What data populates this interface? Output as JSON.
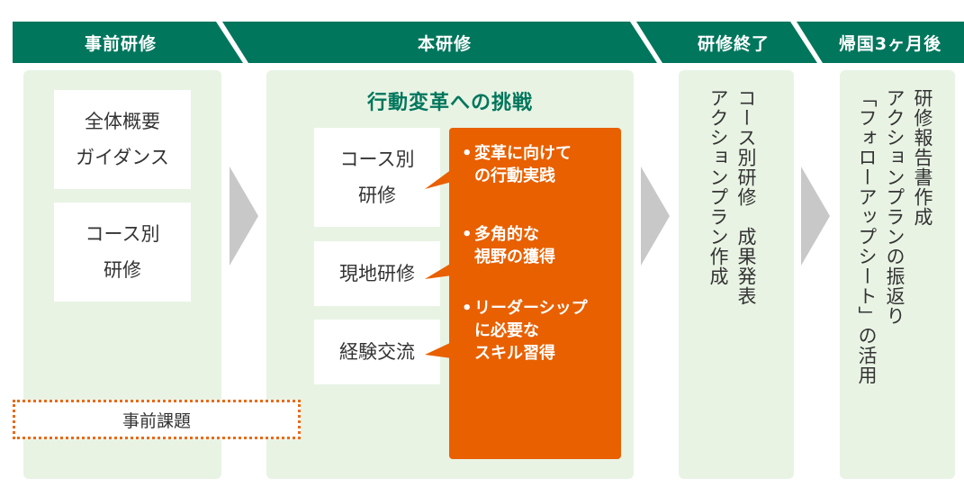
{
  "headers": {
    "pre_training": "事前研修",
    "main_training": "本研修",
    "training_end": "研修終了",
    "after_return": "帰国3ヶ月後"
  },
  "pre": {
    "box1": "全体概要\nガイダンス",
    "box2": "コース別\n研修",
    "assignment": "事前課題"
  },
  "main": {
    "title": "行動変革への挑戦",
    "items": [
      "コース別\n研修",
      "現地研修",
      "経験交流"
    ],
    "bullets": [
      {
        "line1": "変革に向けて",
        "line2": "の行動実践"
      },
      {
        "line1": "多角的な",
        "line2": "視野の獲得"
      },
      {
        "line1": "リーダーシップ",
        "line2": "に必要な",
        "line3": "スキル習得"
      }
    ]
  },
  "end": {
    "line1": "コース別研修　成果発表",
    "line2": "アクションプラン作成"
  },
  "after": {
    "line1": "研修報告書作成",
    "line2": "アクションプランの振返り",
    "line3": "「フォローアップシート」の活用"
  },
  "colors": {
    "header_green": "#00765c",
    "panel_green": "#e8f3e4",
    "orange": "#e86000",
    "arrow_gray": "#c8c8c8"
  }
}
